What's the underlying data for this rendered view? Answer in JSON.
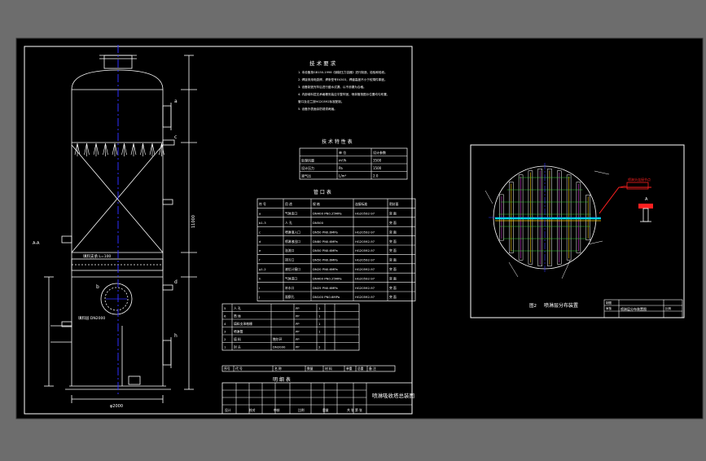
{
  "colors": {
    "background": "#6d6d6d",
    "sheet": "#000000",
    "line": "#ffffff",
    "axis": "#2e2eff",
    "highlight_red": "#ff2020",
    "highlight_cyan": "#00e0e0",
    "highlight_yellow": "#ffd200",
    "highlight_green": "#3ad23a",
    "highlight_magenta": "#d23ad2"
  },
  "tech_requirements": {
    "title": "技 术 要 求",
    "lines": [
      "1. 本设备按GB150-1998《钢制压力容器》进行制造、检验和验收。",
      "2. 焊接采用电弧焊，焊条型号E4303，焊缝高度不小于较薄件厚度。",
      "3. 设备制造完毕后进行盛水试漏，以不渗漏为合格。",
      "4. 内部填料层支承格栅安装应平整牢固，喷淋管按图示位置均匀布置，",
      "   管口及法兰按HG20592标准配制。",
      "5. 设备外表面涂防锈漆两遍。"
    ]
  },
  "tech_table": {
    "title": "技 术 特 性 表",
    "headers": [
      "",
      "单 位",
      "设计参数"
    ],
    "rows": [
      [
        "处理风量",
        "m³/h",
        "3500"
      ],
      [
        "设计压力",
        "Pa",
        "1500"
      ],
      [
        "液气比",
        "L/m³",
        "2.0"
      ]
    ]
  },
  "nozzle_table": {
    "title": "管 口 表",
    "headers": [
      "符 号",
      "用 途",
      "规 格",
      "连接标准",
      "密封面"
    ],
    "rows": [
      [
        "a",
        "气体出口",
        "DN400 PN0.25MPa",
        "HG20592-97",
        "突 面"
      ],
      [
        "b1-3",
        "人 孔",
        "DN500",
        "",
        "突 面"
      ],
      [
        "c",
        "喷淋液入口",
        "DN50 PN0.6MPa",
        "HG20592-97",
        "突 面"
      ],
      [
        "d",
        "喷淋液出口",
        "DN80 PN0.6MPa",
        "HG20592-97",
        "突 面"
      ],
      [
        "e",
        "溢流口",
        "DN50 PN0.6MPa",
        "HG20592-97",
        "突 面"
      ],
      [
        "f",
        "排污口",
        "DN50 PN0.6MPa",
        "HG20592-97",
        "突 面"
      ],
      [
        "g1-2",
        "液位计接口",
        "DN20 PN0.6MPa",
        "HG20592-97",
        "突 面"
      ],
      [
        "h",
        "气体进口",
        "DN400 PN0.25MPa",
        "HG20592-97",
        "突 面"
      ],
      [
        "i",
        "补水口",
        "DN25 PN0.6MPa",
        "HG20592-97",
        "突 面"
      ],
      [
        "j",
        "观察孔",
        "DN100 PN0.6MPa",
        "HG20592-97",
        "突 面"
      ]
    ]
  },
  "parts_list": {
    "rows": [
      [
        "5",
        "人 孔",
        "",
        "PP",
        "1",
        "",
        ""
      ],
      [
        "6",
        "筒 体",
        "",
        "PP",
        "1",
        "",
        ""
      ],
      [
        "4",
        "填料支承格栅",
        "",
        "PP",
        "1",
        "",
        ""
      ],
      [
        "3",
        "喷淋管",
        "",
        "PP",
        "1",
        "",
        ""
      ],
      [
        "2",
        "填 料",
        "鲍尔环",
        "PP",
        "",
        "",
        ""
      ],
      [
        "1",
        "封 头",
        "DN2000",
        "PP",
        "2",
        "",
        ""
      ]
    ],
    "header": [
      "序号",
      "代 号",
      "名 称",
      "数量",
      "材 料",
      "单重",
      "总重",
      "备 注"
    ],
    "caption": "明 细 表"
  },
  "title_block_main": {
    "drawing_title": "喷淋吸收塔总装图",
    "cells": [
      "设计",
      "校对",
      "审核",
      "比例",
      "重量",
      "共 张 第 张"
    ]
  },
  "inset": {
    "caption": "喷淋层分布装置",
    "caption_prefix": "图2",
    "label_detail": "喷淋头连接节点",
    "detail_tag": "A",
    "title_block": [
      "制图",
      "审核",
      "喷淋层分布装置图",
      "比例"
    ]
  },
  "tower_labels": {
    "packing_support": "填料支承 L=100",
    "packing_layer": "填料层 DN2000",
    "nozzle_a": "a",
    "nozzle_h": "h",
    "nozzle_d": "d",
    "nozzle_c": "c",
    "height_total": "11000",
    "dia": "φ2000",
    "manhole": "b",
    "base_label": "A-A"
  }
}
